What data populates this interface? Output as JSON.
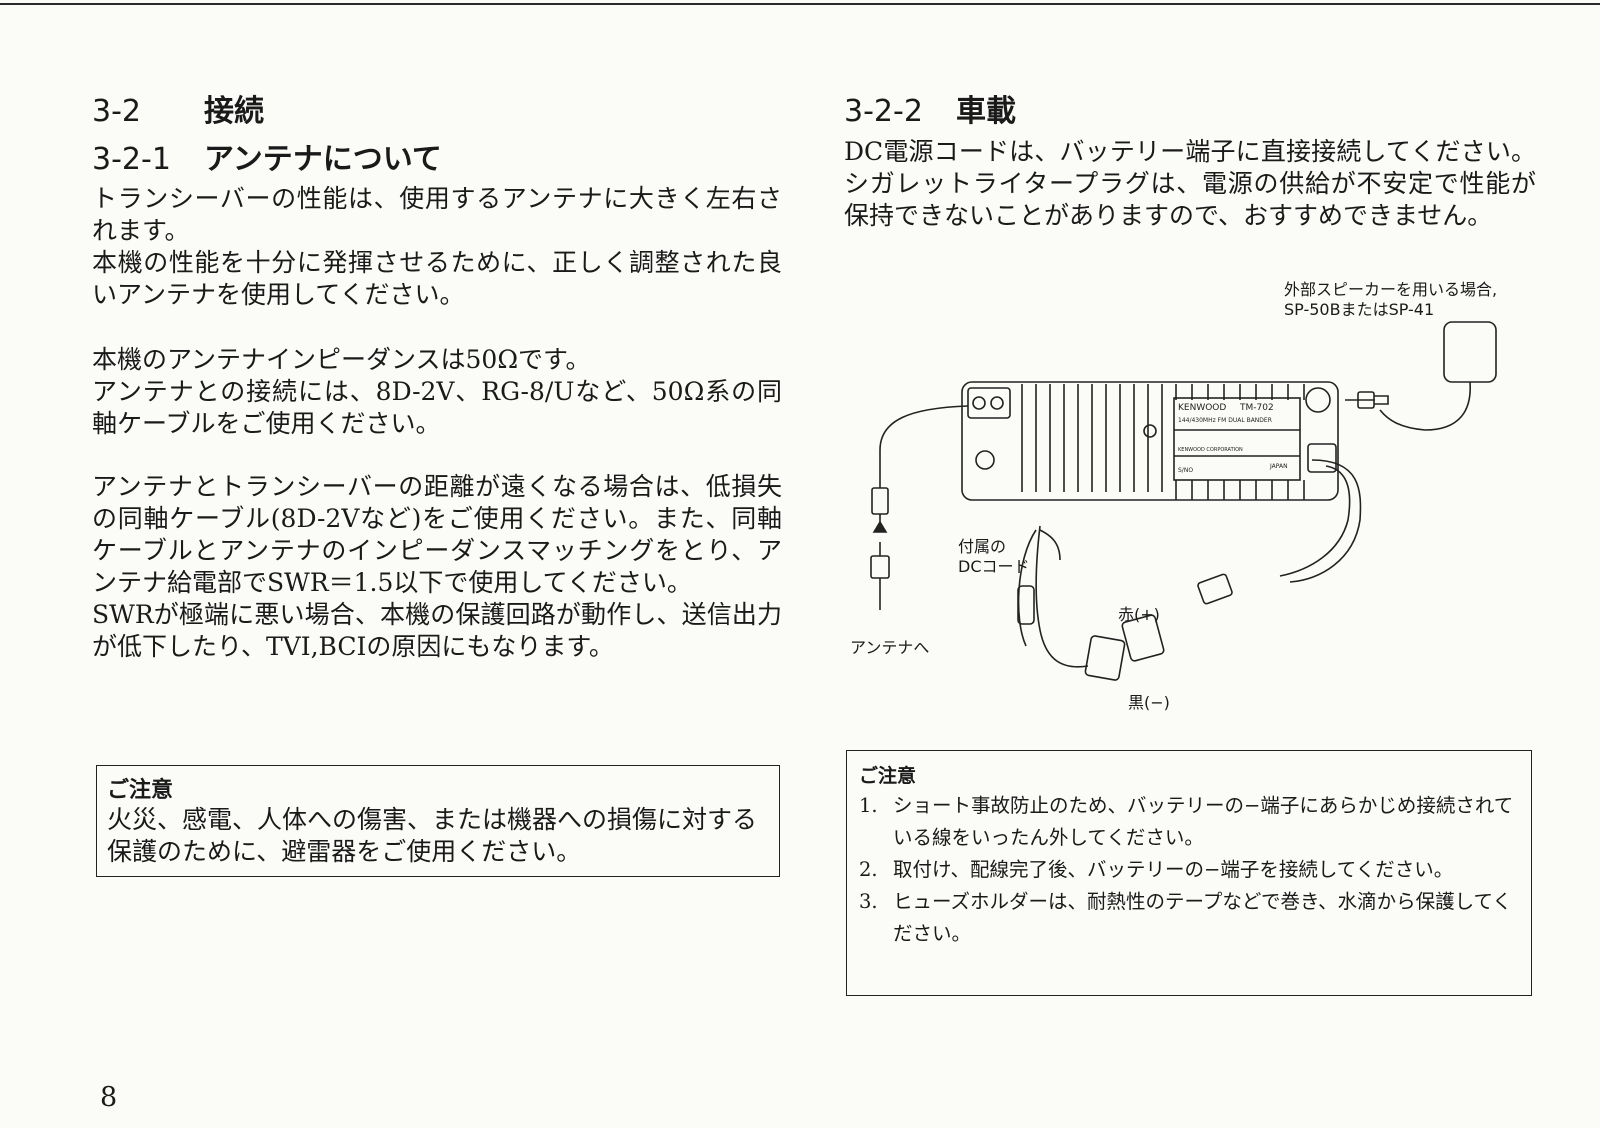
{
  "left": {
    "section": {
      "num": "3-2",
      "title": "接続"
    },
    "subsection": {
      "num": "3-2-1",
      "title": "アンテナについて"
    },
    "paragraphs": [
      "トランシーバーの性能は、使用するアンテナに大きく左右されます。",
      "本機の性能を十分に発揮させるために、正しく調整された良いアンテナを使用してください。",
      "本機のアンテナインピーダンスは50Ωです。",
      "アンテナとの接続には、8D-2V、RG-8/Uなど、50Ω系の同軸ケーブルをご使用ください。",
      "アンテナとトランシーバーの距離が遠くなる場合は、低損失の同軸ケーブル(8D-2Vなど)をご使用ください。また、同軸ケーブルとアンテナのインピーダンスマッチングをとり、アンテナ給電部でSWR＝1.5以下で使用してください。",
      "SWRが極端に悪い場合、本機の保護回路が動作し、送信出力が低下したり、TVI,BCIの原因にもなります。"
    ],
    "notice": {
      "title": "ご注意",
      "text": "火災、感電、人体への傷害、または機器への損傷に対する保護のために、避雷器をご使用ください。"
    }
  },
  "right": {
    "subsection": {
      "num": "3-2-2",
      "title": "車載"
    },
    "paragraph": "DC電源コードは、バッテリー端子に直接接続してください。シガレットライタープラグは、電源の供給が不安定で性能が保持できないことがありますので、おすすめできません。",
    "diagram": {
      "speaker_label_1": "外部スピーカーを用いる場合,",
      "speaker_label_2": "SP-50BまたはSP-41",
      "dc_cord_label_1": "付属の",
      "dc_cord_label_2": "DCコード",
      "red_label": "赤(+)",
      "black_label": "黒(−)",
      "antenna_label": "アンテナへ",
      "radio_brand": "KENWOOD",
      "radio_model": "TM-702",
      "radio_desc": "144/430MHz FM DUAL BANDER",
      "radio_corp": "KENWOOD CORPORATION",
      "radio_sn": "S/NO",
      "radio_origin": "JAPAN"
    },
    "notice": {
      "title": "ご注意",
      "items": [
        {
          "num": "1.",
          "text": "ショート事故防止のため、バッテリーの−端子にあらかじめ接続されている線をいったん外してください。"
        },
        {
          "num": "2.",
          "text": "取付け、配線完了後、バッテリーの−端子を接続してください。"
        },
        {
          "num": "3.",
          "text": "ヒューズホルダーは、耐熱性のテープなどで巻き、水滴から保護してください。"
        }
      ]
    }
  },
  "page_number": "8"
}
